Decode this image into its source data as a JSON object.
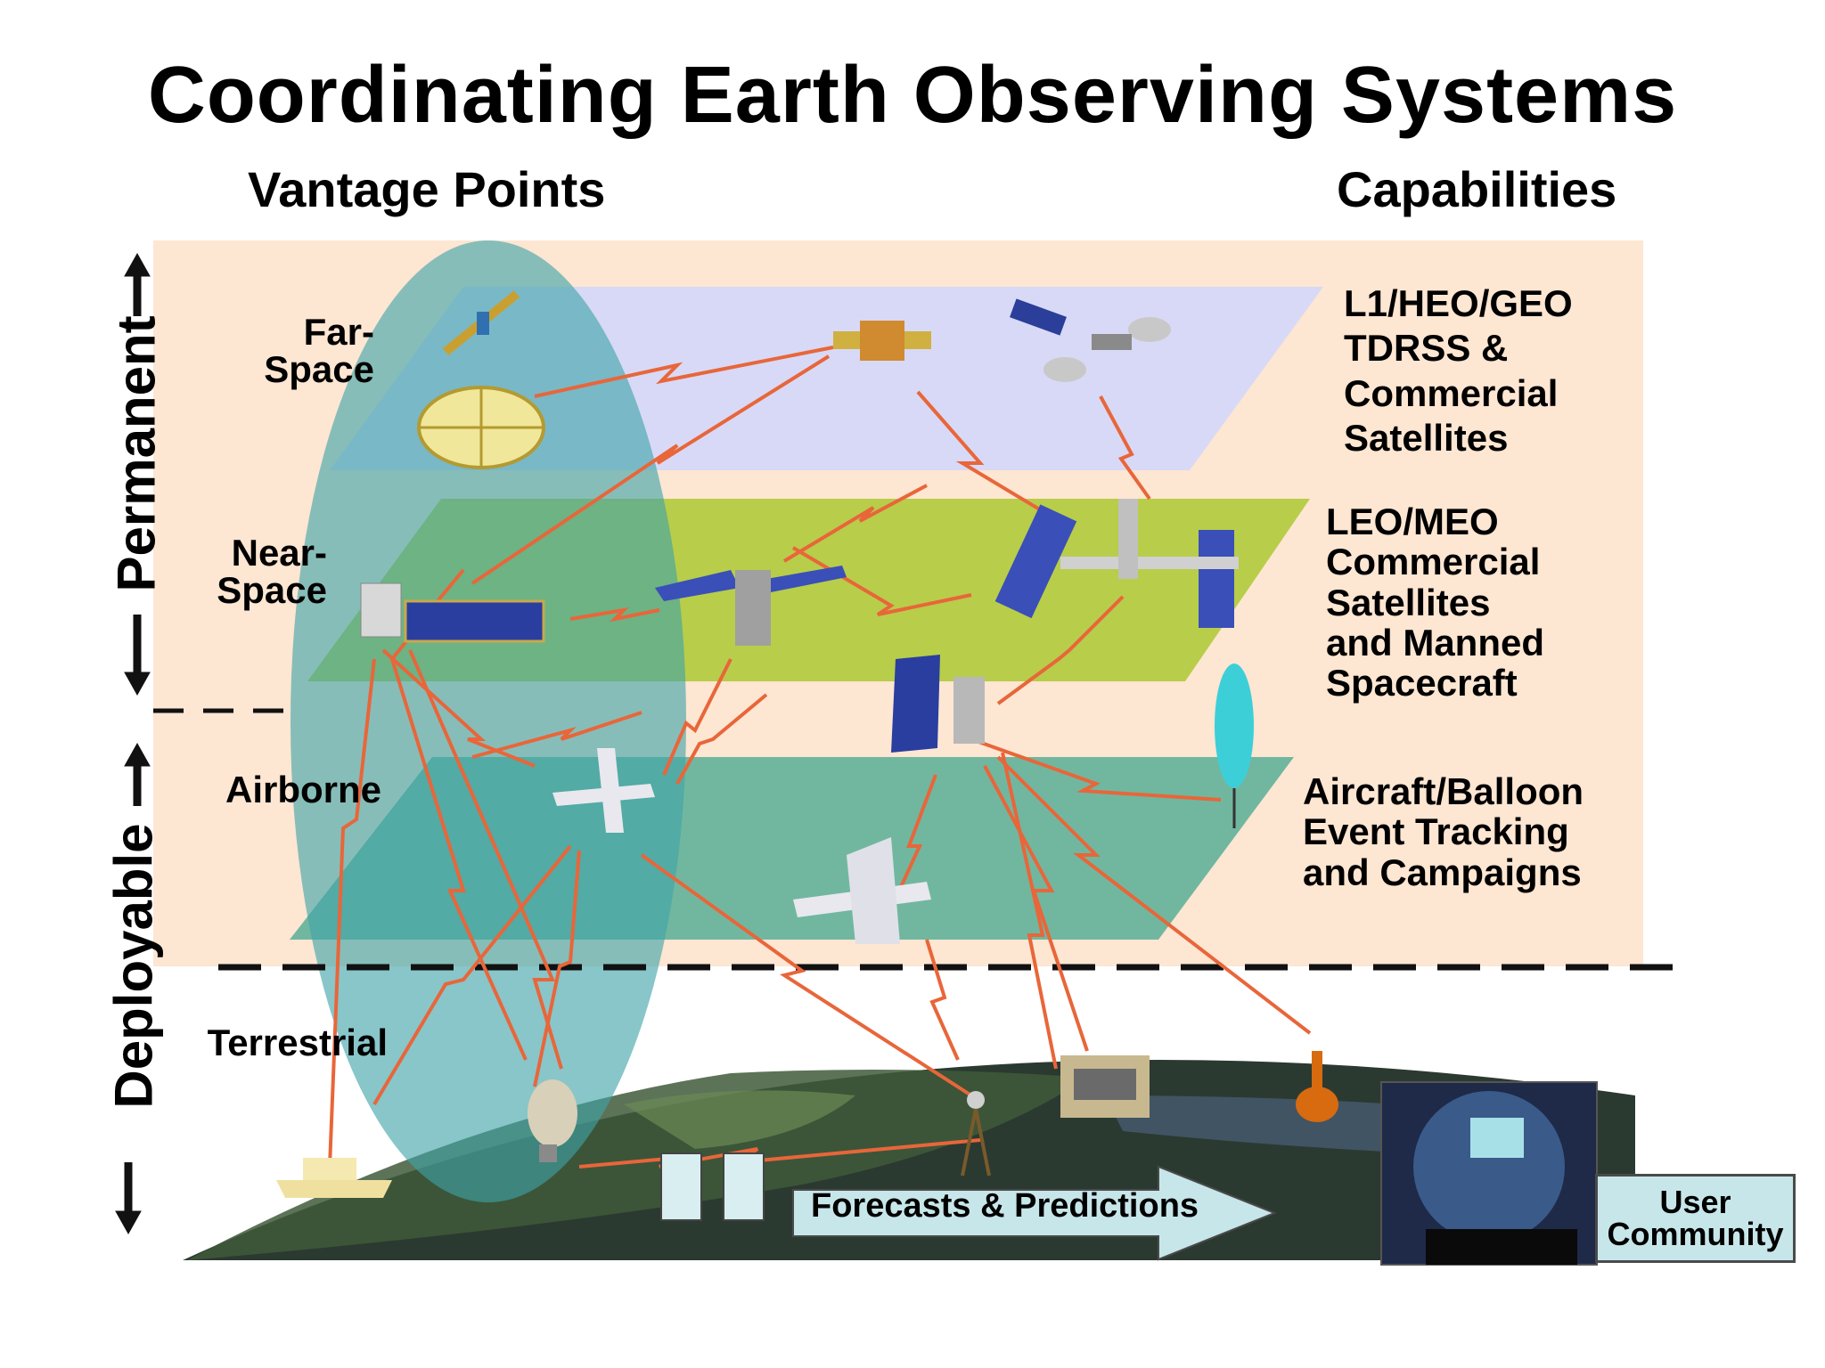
{
  "title": "Coordinating Earth Observing Systems",
  "headers": {
    "vantage_points": "Vantage Points",
    "capabilities": "Capabilities"
  },
  "axis": {
    "permanent": "Permanent",
    "deployable": "Deployable"
  },
  "vantage_levels": {
    "far_space": "Far-\nSpace",
    "near_space": "Near-\nSpace",
    "airborne": "Airborne",
    "terrestrial": "Terrestrial"
  },
  "capability_layers": {
    "far": "L1/HEO/GEO\nTDRSS &\nCommercial\nSatellites",
    "near": "LEO/MEO\nCommercial\nSatellites\nand Manned\nSpacecraft",
    "air": "Aircraft/Balloon\nEvent Tracking\nand Campaigns"
  },
  "flow": {
    "forecasts": "Forecasts & Predictions",
    "user_community": "User\nCommunity"
  },
  "colors": {
    "background_panel": "#fde6d2",
    "far_layer": "#d9d9f5",
    "near_layer": "#b8cc4a",
    "air_layer": "#6eb39a",
    "ellipse": "#4aa3a3",
    "lightning": "#e8663a",
    "earth": "#2a3a2e"
  },
  "icons": [
    "satellite-icon",
    "space-station-icon",
    "antenna-dish-icon",
    "aircraft-icon",
    "balloon-icon",
    "ship-icon",
    "buoy-icon",
    "rover-icon",
    "tripod-sensor-icon",
    "data-center-icon",
    "audience-icon"
  ]
}
